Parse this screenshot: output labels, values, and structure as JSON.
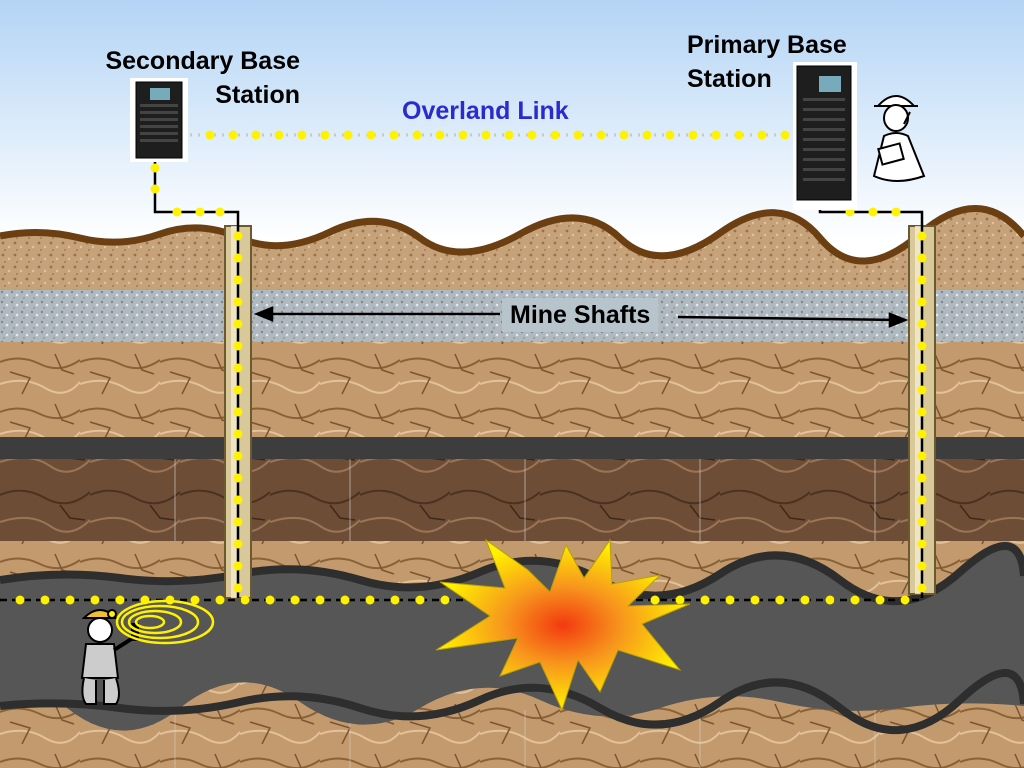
{
  "labels": {
    "secondary_base_station": "Secondary Base\nStation",
    "primary_base_station": "Primary Base\nStation",
    "overland_link": "Overland Link",
    "mine_shafts": "Mine Shafts"
  },
  "colors": {
    "sky_top": "#b3d4f5",
    "sky_bottom": "#ffffff",
    "topsoil": "#c6a27a",
    "soil_line": "#6b3f12",
    "gravel": "#b0b8c0",
    "rock": "#c39a6e",
    "coal": "#3d3d3d",
    "tunnel": "#565656",
    "cable_dot": "#fff200",
    "overland_text": "#2a2ad0",
    "explosion_outer": "#fff200",
    "explosion_inner": "#f23a10"
  },
  "icons": {
    "secondary_station": "server-rack-icon",
    "primary_station": "server-rack-icon",
    "operator": "operator-with-radio-icon",
    "miner": "miner-with-radio-icon",
    "explosion": "explosion-icon",
    "signal": "radio-wave-icon"
  }
}
